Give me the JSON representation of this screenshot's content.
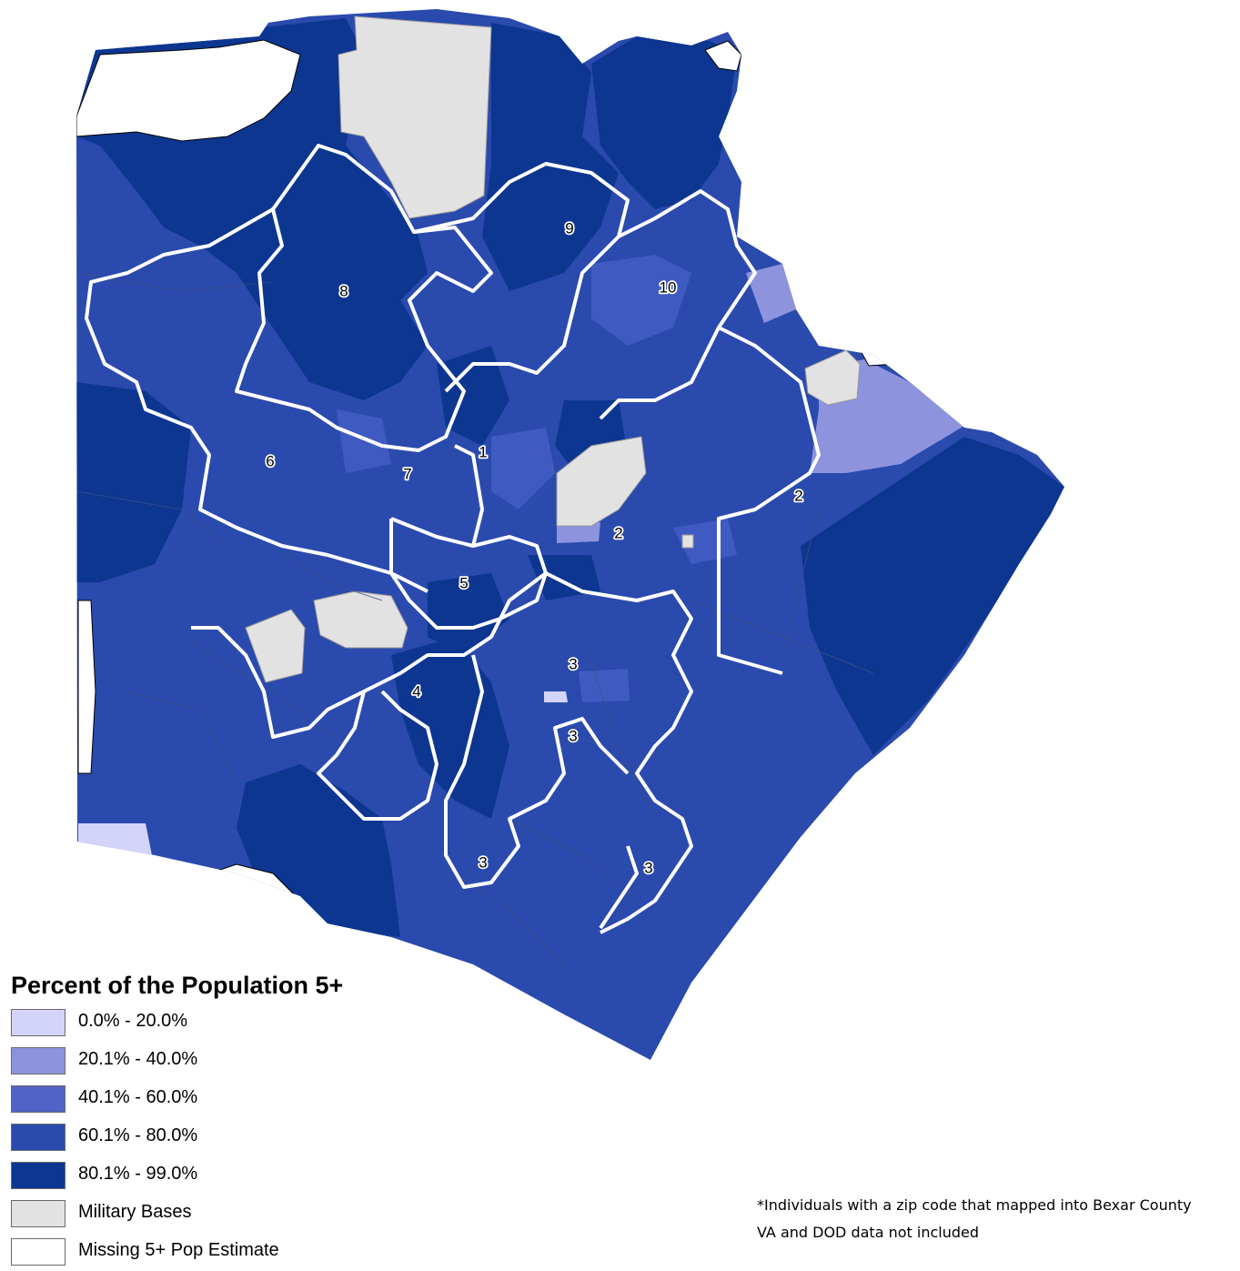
{
  "legend": {
    "title": "Percent of the Population 5+",
    "classes": [
      {
        "label": "0.0% - 20.0%",
        "color": "#d4d4fb"
      },
      {
        "label": "20.1% - 40.0%",
        "color": "#8e93de"
      },
      {
        "label": "40.1% - 60.0%",
        "color": "#5263c8"
      },
      {
        "label": "60.1% - 80.0%",
        "color": "#2a4aad"
      },
      {
        "label": "80.1% - 99.0%",
        "color": "#0c3690"
      },
      {
        "label": "Military Bases",
        "color": "#e2e2e2"
      },
      {
        "label": "Missing 5+ Pop Estimate",
        "color": "#ffffff"
      }
    ]
  },
  "district_labels": [
    "1",
    "2",
    "2",
    "3",
    "3",
    "3",
    "3",
    "4",
    "5",
    "6",
    "7",
    "8",
    "9",
    "10"
  ],
  "footnote": {
    "line1": "*Individuals with a zip code that mapped into Bexar County",
    "line2": "VA and DOD data not included"
  },
  "colors": {
    "district_boundary": "#ffffff",
    "tract_boundary": "#3d4f8a"
  }
}
